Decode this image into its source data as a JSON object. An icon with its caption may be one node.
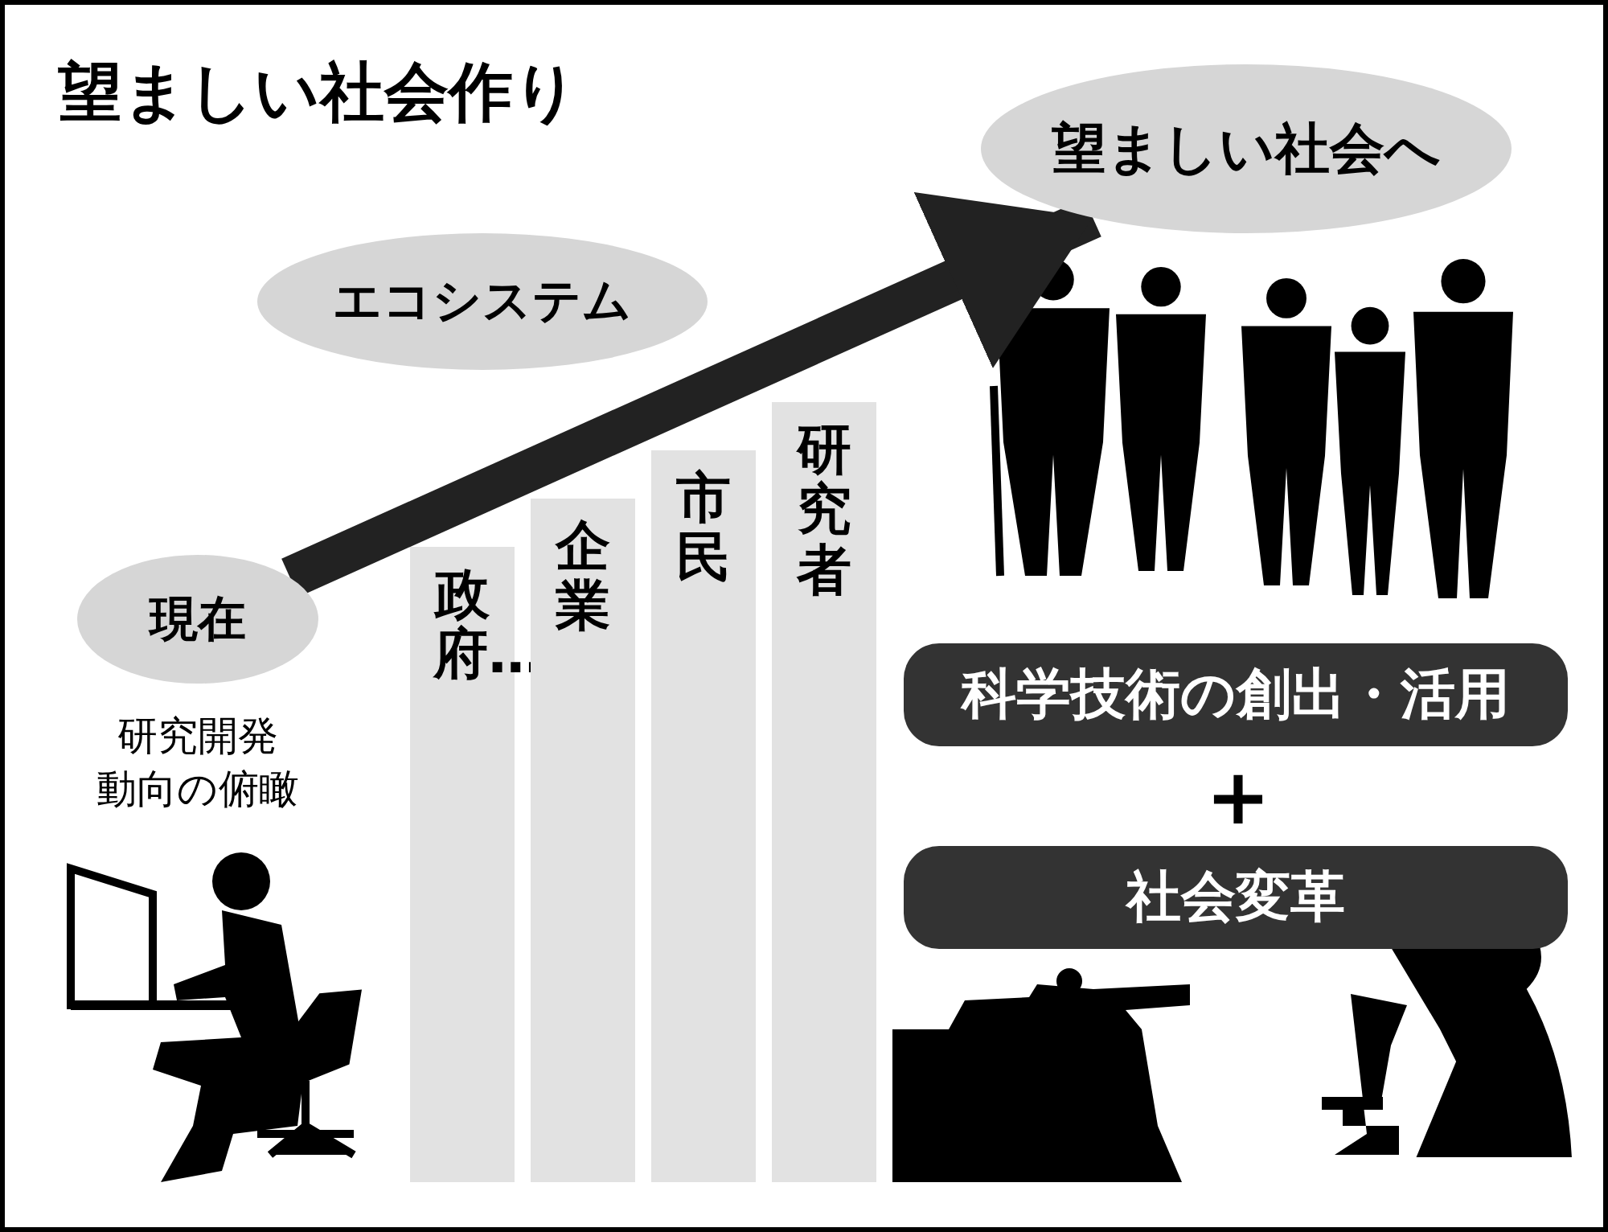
{
  "diagram": {
    "title": "望ましい社会作り",
    "nodes": [
      {
        "text": [
          "現在"
        ]
      },
      {
        "text": [
          "エコシステム"
        ]
      },
      {
        "text": [
          "望ましい社会へ"
        ]
      },
      {
        "text": [
          "政府…"
        ]
      },
      {
        "text": [
          "企業"
        ]
      },
      {
        "text": [
          "市民"
        ]
      },
      {
        "text": [
          "研究者"
        ]
      },
      {
        "text": [
          "科学技術の創出・活用"
        ]
      },
      {
        "text": [
          "社会変革"
        ]
      }
    ],
    "edges": [
      {
        "from": 0,
        "to": 2,
        "arrow": "to"
      }
    ],
    "labels": [
      "研究開発",
      "動向の俯瞰",
      "+"
    ]
  }
}
